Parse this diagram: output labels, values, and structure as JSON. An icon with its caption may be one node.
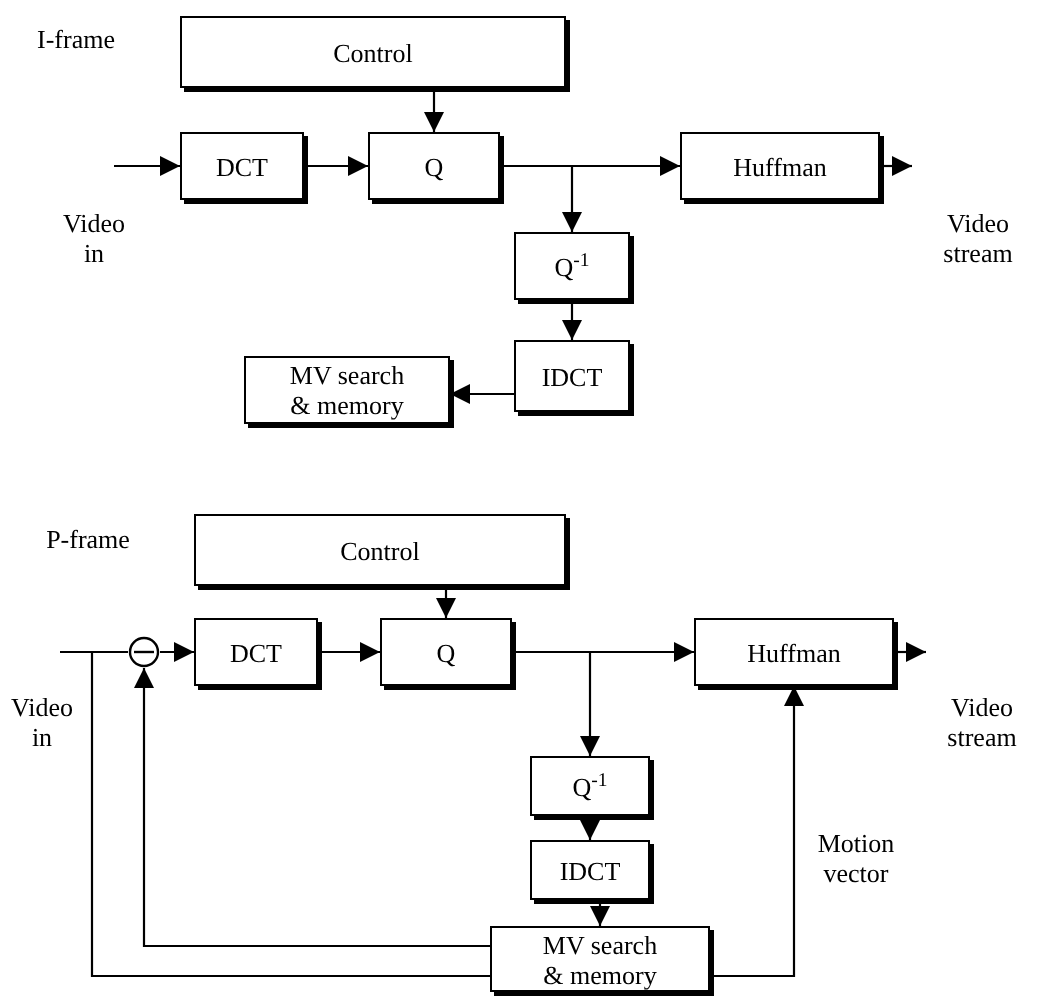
{
  "diagram": {
    "nodes": [
      {
        "text": [
          "Control"
        ]
      },
      {
        "text": [
          "DCT"
        ]
      },
      {
        "text": [
          "Q"
        ]
      },
      {
        "text": [
          "Huffman"
        ]
      },
      {
        "text": [
          "Q$^{-1}$"
        ]
      },
      {
        "text": [
          "IDCT"
        ]
      },
      {
        "text": [
          "MV search & memory"
        ]
      },
      {
        "text": [
          "Control"
        ]
      },
      {
        "text": [
          "DCT"
        ]
      },
      {
        "text": [
          "Q"
        ]
      },
      {
        "text": [
          "Huffman"
        ]
      },
      {
        "text": [
          "Q$^{-1}$"
        ]
      },
      {
        "text": [
          "IDCT"
        ]
      },
      {
        "text": [
          "MV search & memory"
        ]
      },
      {
        "text": [],
        "shape": "circle"
      }
    ],
    "edges": [
      {
        "from": null,
        "to": 1,
        "arrow": "to"
      },
      {
        "from": 0,
        "to": 2,
        "arrow": "to"
      },
      {
        "from": 1,
        "to": 2,
        "arrow": "to"
      },
      {
        "from": 2,
        "to": 3,
        "arrow": "to"
      },
      {
        "from": 2,
        "to": 4,
        "arrow": "to"
      },
      {
        "from": 4,
        "to": 5,
        "arrow": "to"
      },
      {
        "from": 5,
        "to": 6,
        "arrow": "to"
      },
      {
        "from": 3,
        "to": null,
        "arrow": "to"
      },
      {
        "from": null,
        "to": 14,
        "arrow": "none"
      },
      {
        "from": 14,
        "to": 8,
        "arrow": "to"
      },
      {
        "from": 7,
        "to": 9,
        "arrow": "to"
      },
      {
        "from": 8,
        "to": 9,
        "arrow": "to"
      },
      {
        "from": 9,
        "to": 10,
        "arrow": "to"
      },
      {
        "from": 9,
        "to": 11,
        "arrow": "to"
      },
      {
        "from": 11,
        "to": 12,
        "arrow": "to"
      },
      {
        "from": 12,
        "to": 13,
        "arrow": "to"
      },
      {
        "from": 13,
        "to": 14,
        "arrow": "to"
      },
      {
        "from": null,
        "to": 13,
        "arrow": "none"
      },
      {
        "from": 13,
        "to": 10,
        "arrow": "to",
        "label": "Motion vector"
      },
      {
        "from": 10,
        "to": null,
        "arrow": "to"
      }
    ],
    "labels": [
      "I-frame",
      "Video in",
      "Video stream",
      "P-frame",
      "Video in",
      "Video stream"
    ]
  }
}
